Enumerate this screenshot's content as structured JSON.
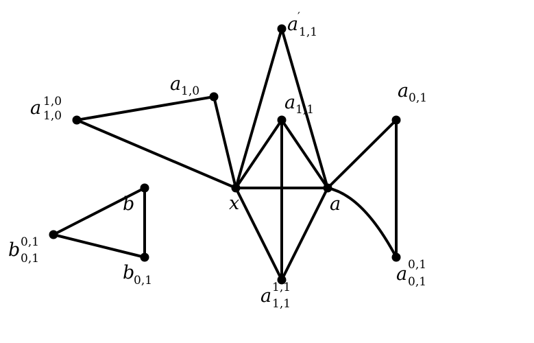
{
  "diagram": {
    "stroke_color": "#000000",
    "node_color": "#000000",
    "background": "#ffffff",
    "labels": {
      "a_prime_11": {
        "base": "a",
        "prime": "′",
        "sub": "1,1",
        "sup": ""
      },
      "a_10": {
        "base": "a",
        "prime": "",
        "sub": "1,0",
        "sup": ""
      },
      "a_10_10": {
        "base": "a",
        "prime": "",
        "sub": "1,0",
        "sup": "1,0"
      },
      "a_11": {
        "base": "a",
        "prime": "",
        "sub": "1,1",
        "sup": ""
      },
      "a_01": {
        "base": "a",
        "prime": "",
        "sub": "0,1",
        "sup": ""
      },
      "x": {
        "base": "x"
      },
      "a": {
        "base": "a"
      },
      "b": {
        "base": "b"
      },
      "b_01": {
        "base": "b",
        "sub": "0,1"
      },
      "b_01_01": {
        "base": "b",
        "sub": "0,1",
        "sup": "0,1"
      },
      "a_11_11": {
        "base": "a",
        "sub": "1,1",
        "sup": "1,1"
      },
      "a_01_01": {
        "base": "a",
        "sub": "0,1",
        "sup": "0,1"
      }
    }
  }
}
